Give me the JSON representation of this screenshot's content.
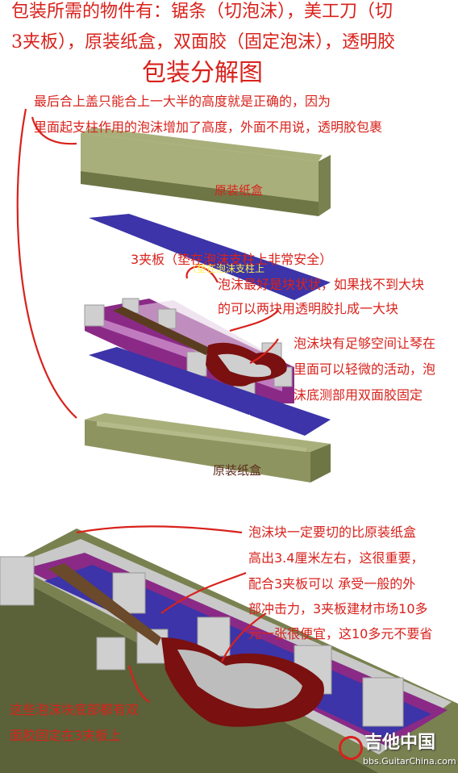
{
  "header": {
    "line1": "包装所需的物件有：锯条（切泡沫），美工刀（切",
    "line2": "3夹板），原装纸盒，双面胶（固定泡沫），透明胶"
  },
  "title": "包装分解图",
  "notes": {
    "top_line1": "最后合上盖只能合上一大半的高度就是正确的，因为",
    "top_line2": "里面起支柱作用的泡沫增加了高度，外面不用说，透明胶包裹",
    "plywood_top": "3夹板（垫在泡沫支柱上非常安全）",
    "plywood_yellow": "（垫在泡沫支柱上",
    "foam_line1": "泡沫最好是块状状，如果找不到大块",
    "foam_line2": "的可以两块用透明胶扎成一大块",
    "space_line1": "泡沫块有足够空间让琴在",
    "space_line2": "里面可以轻微的活动，泡",
    "space_line3": "沫底测部用双面胶固定",
    "cut_line1": "泡沫块一定要切的比原装纸盒",
    "cut_line2": "高出3.4厘米左右，这很重要，",
    "cut_line3": "配合3夹板可以 承受一般的外",
    "cut_line4": "部冲击力，3夹板建材市场10多",
    "cut_line5": "元一张很便宜，这10多元不要省",
    "bottom_line1": "这些泡沫块底部都有双",
    "bottom_line2": "面胶固定在3夹板上"
  },
  "labels": {
    "box_lid": "原装纸盒",
    "plywood_bottom": "3夹板",
    "box_base": "原装纸盒"
  },
  "watermark": {
    "logo": "吉他中国",
    "url": "bbs.GuitarChina.com"
  },
  "colors": {
    "annotation_red": "#d8221c",
    "box_olive": "#8e9460",
    "plywood_blue": "#3c34a8",
    "foam_purple": "#8a2a86",
    "foam_block": "#c9c9c9",
    "guitar_body": "#7a1010"
  }
}
